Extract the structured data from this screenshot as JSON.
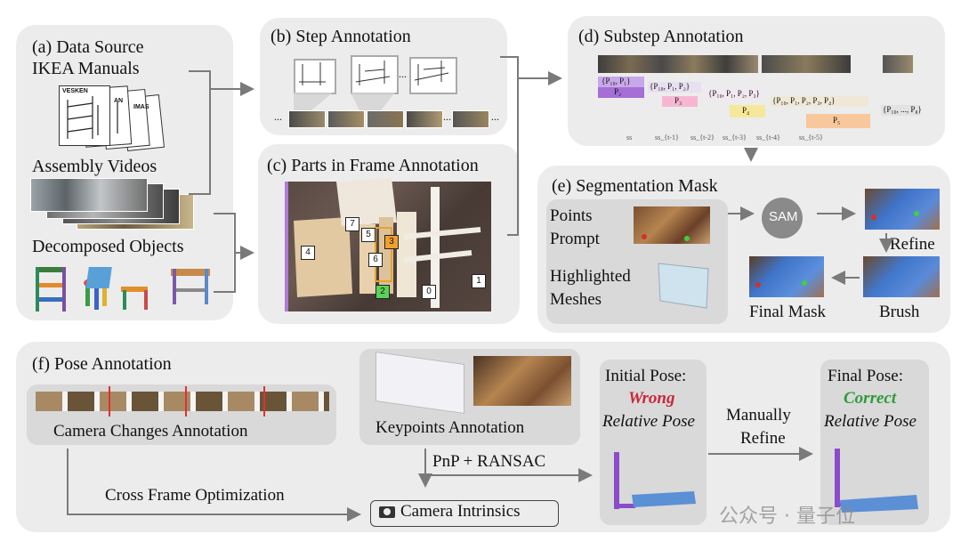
{
  "panels": {
    "a": {
      "title_line1": "(a) Data Source",
      "title_line2": "IKEA Manuals",
      "manual_labels": [
        "VESKEN",
        "AN",
        "IMAS"
      ],
      "videos_label": "Assembly Videos",
      "objects_label": "Decomposed Objects"
    },
    "b": {
      "title": "(b) Step Annotation",
      "ellipsis": "...",
      "frames_ellipsis_left": "...",
      "frames_ellipsis_right": "..."
    },
    "c": {
      "title": "(c) Parts in Frame Annotation",
      "part_tags": [
        "7",
        "5",
        "3",
        "4",
        "6",
        "2",
        "0",
        "1"
      ]
    },
    "d": {
      "title": "(d) Substep Annotation",
      "bars": [
        "{P₁₀, P₁}",
        "P₂",
        "{P₁₀, P₁, P₂}",
        "P₃",
        "{P₁₀, P₁, P₂, P₃}",
        "P₄",
        "{P₁₀, P₁, P₂, P₃, P₄}",
        "P₅",
        "{P₁₀, ..., P₈}"
      ],
      "axis_ticks": [
        "ss",
        "ss_{t-1}",
        "ss_{t-2}",
        "ss_{t-3}",
        "ss_{t-4}",
        "ss_{t-5}"
      ]
    },
    "e": {
      "title": "(e) Segmentation Mask",
      "points_label": "Points",
      "prompt_label": "Prompt",
      "highlighted_label": "Highlighted",
      "meshes_label": "Meshes",
      "sam_label": "SAM",
      "refine_label": "Refine",
      "final_mask_label": "Final Mask",
      "brush_label": "Brush"
    },
    "f": {
      "title": "(f) Pose Annotation",
      "camera_changes_label": "Camera Changes Annotation",
      "keypoints_label": "Keypoints Annotation",
      "pnp_label": "PnP + RANSAC",
      "cross_frame_label": "Cross Frame Optimization",
      "intrinsics_label": "Camera Intrinsics",
      "initial_title": "Initial Pose:",
      "initial_status": "Wrong",
      "initial_sub": "Relative Pose",
      "manually_label": "Manually",
      "refine_label": "Refine",
      "final_title": "Final Pose:",
      "final_status": "Correct",
      "final_sub": "Relative Pose"
    }
  },
  "watermark": "公众号 · 量子位",
  "colors": {
    "wrong": "#c8283c",
    "correct": "#2e9a3a",
    "purple_bar": "#a56fd6",
    "pink_bar": "#f7b7d3",
    "yellow_bar": "#f6e89a",
    "orange_bar": "#f8c79b",
    "mesh_blue": "#5b8fd6",
    "sam_gray": "#8a8a8a"
  }
}
